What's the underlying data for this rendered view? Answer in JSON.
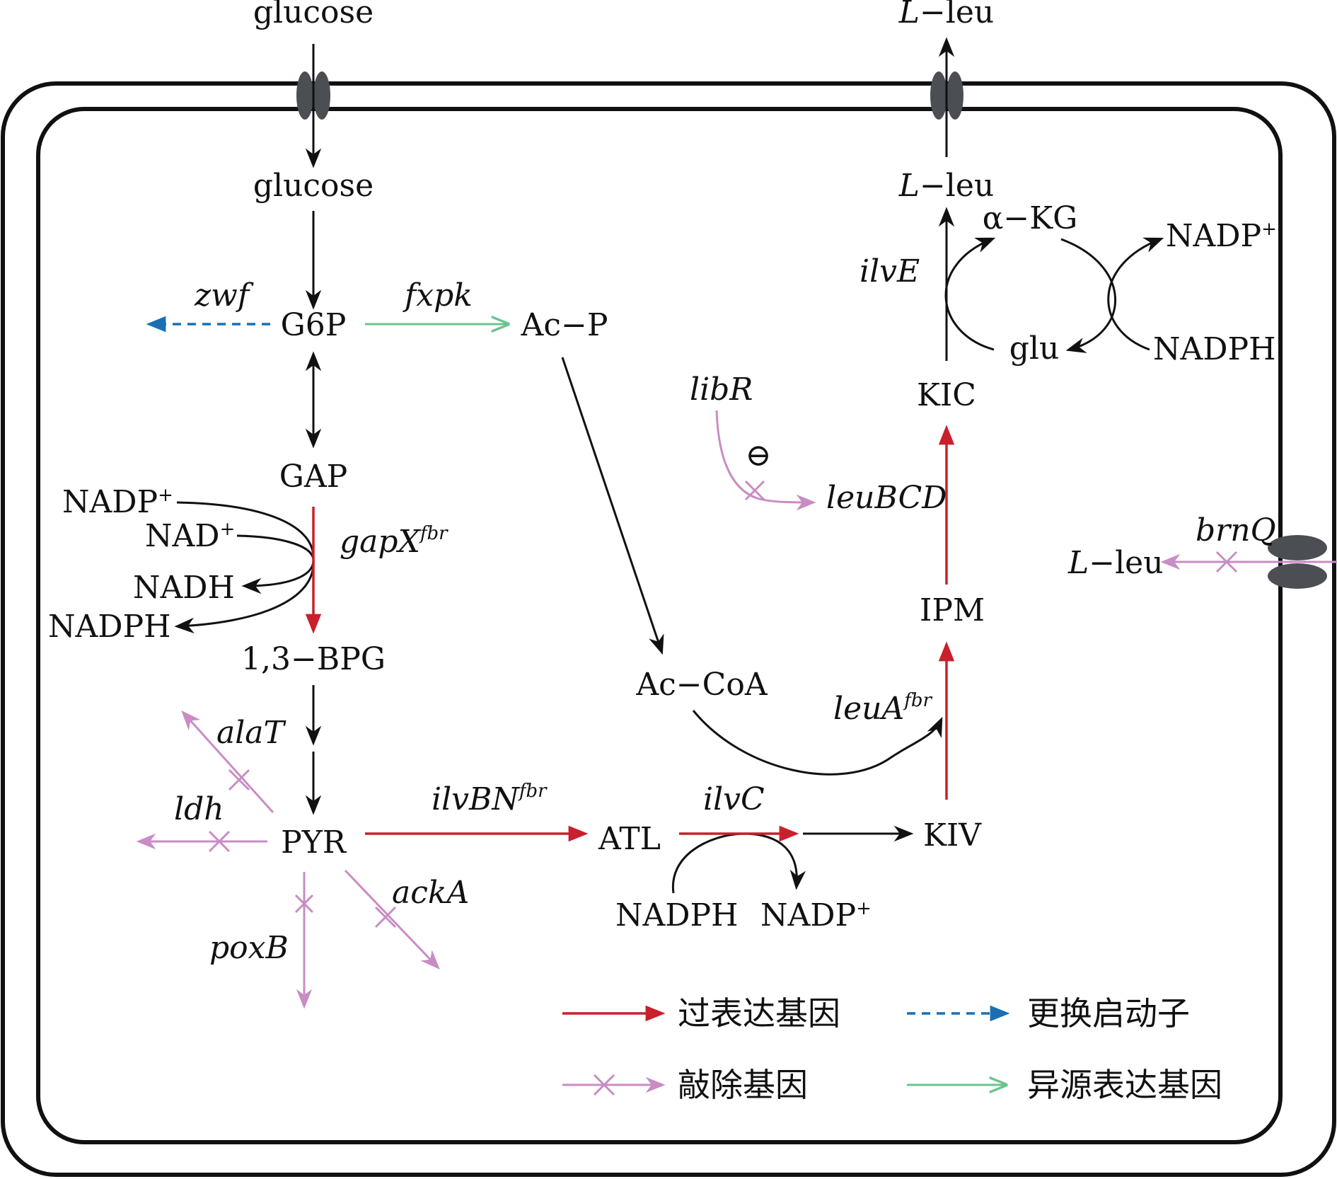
{
  "colors": {
    "native": "#111111",
    "overexpressed": "#c8202c",
    "knockout": "#c98cc4",
    "promoter_swap": "#1a6fb3",
    "heterologous": "#6cc38f",
    "transporter": "#4b4f54"
  },
  "metabolites": {
    "glucose_out": "glucose",
    "glucose_in": "glucose",
    "leu_out_italic": "L",
    "leu_out_rest": "−leu",
    "leu_in_italic": "L",
    "leu_in_rest": "−leu",
    "g6p": "G6P",
    "ac_p": "Ac−P",
    "gap": "GAP",
    "bpg": "1,3−BPG",
    "pyr": "PYR",
    "ac_coa": "Ac−CoA",
    "atl": "ATL",
    "kiv": "KIV",
    "ipm": "IPM",
    "kic": "KIC",
    "akg": "α−KG",
    "glu": "glu",
    "leu_side_italic": "L",
    "leu_side_rest": "−leu"
  },
  "cofactors": {
    "gap_nadp_plus": "NADP",
    "gap_nad_plus": "NAD",
    "gap_nadh": "NADH",
    "gap_nadph": "NADPH",
    "ilvc_nadph": "NADPH",
    "ilvc_nadp_plus": "NADP",
    "ilve_nadp_plus": "NADP",
    "ilve_nadph": "NADPH",
    "plus": "+"
  },
  "genes": {
    "zwf": "zwf",
    "fxpk": "fxpk",
    "gapX": "gapX",
    "gapX_sup": "fbr",
    "alaT": "alaT",
    "ldh": "ldh",
    "poxB": "poxB",
    "ackA": "ackA",
    "ilvBN": "ilvBN",
    "ilvBN_sup": "fbr",
    "ilvC": "ilvC",
    "leuA": "leuA",
    "leuA_sup": "fbr",
    "leuBCD": "leuBCD",
    "libR": "libR",
    "ilvE": "ilvE",
    "brnQ": "brnQ",
    "repression_symbol": "⊖"
  },
  "legend": {
    "overexpressed": "过表达基因",
    "promoter_swap": "更换启动子",
    "knockout": "敲除基因",
    "heterologous": "异源表达基因"
  }
}
